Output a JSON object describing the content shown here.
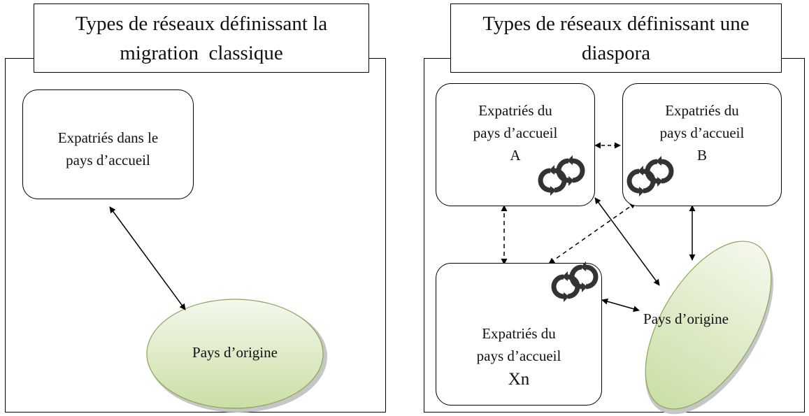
{
  "left": {
    "title_line1": "Types de réseaux définissant la",
    "title_line2": "migration  classique",
    "expat_line1": "Expatriés dans le",
    "expat_line2": "pays d’accueil",
    "origin": "Pays d’origine"
  },
  "right": {
    "title_line1": "Types de réseaux définissant une",
    "title_line2": "diaspora",
    "box_a": [
      "Expatriés du",
      "pays d’accueil",
      "A"
    ],
    "box_b": [
      "Expatriés du",
      "pays d’accueil",
      "B"
    ],
    "box_xn": [
      "Expatriés du",
      "pays d’accueil",
      "Xn"
    ],
    "origin": "Pays d’origine"
  },
  "colors": {
    "origin_fill_light": "#f4f8ec",
    "origin_fill_dark": "#cadfa6",
    "cycle_icon": "#333333"
  },
  "icons": [
    "cycle-arrows-icon"
  ]
}
